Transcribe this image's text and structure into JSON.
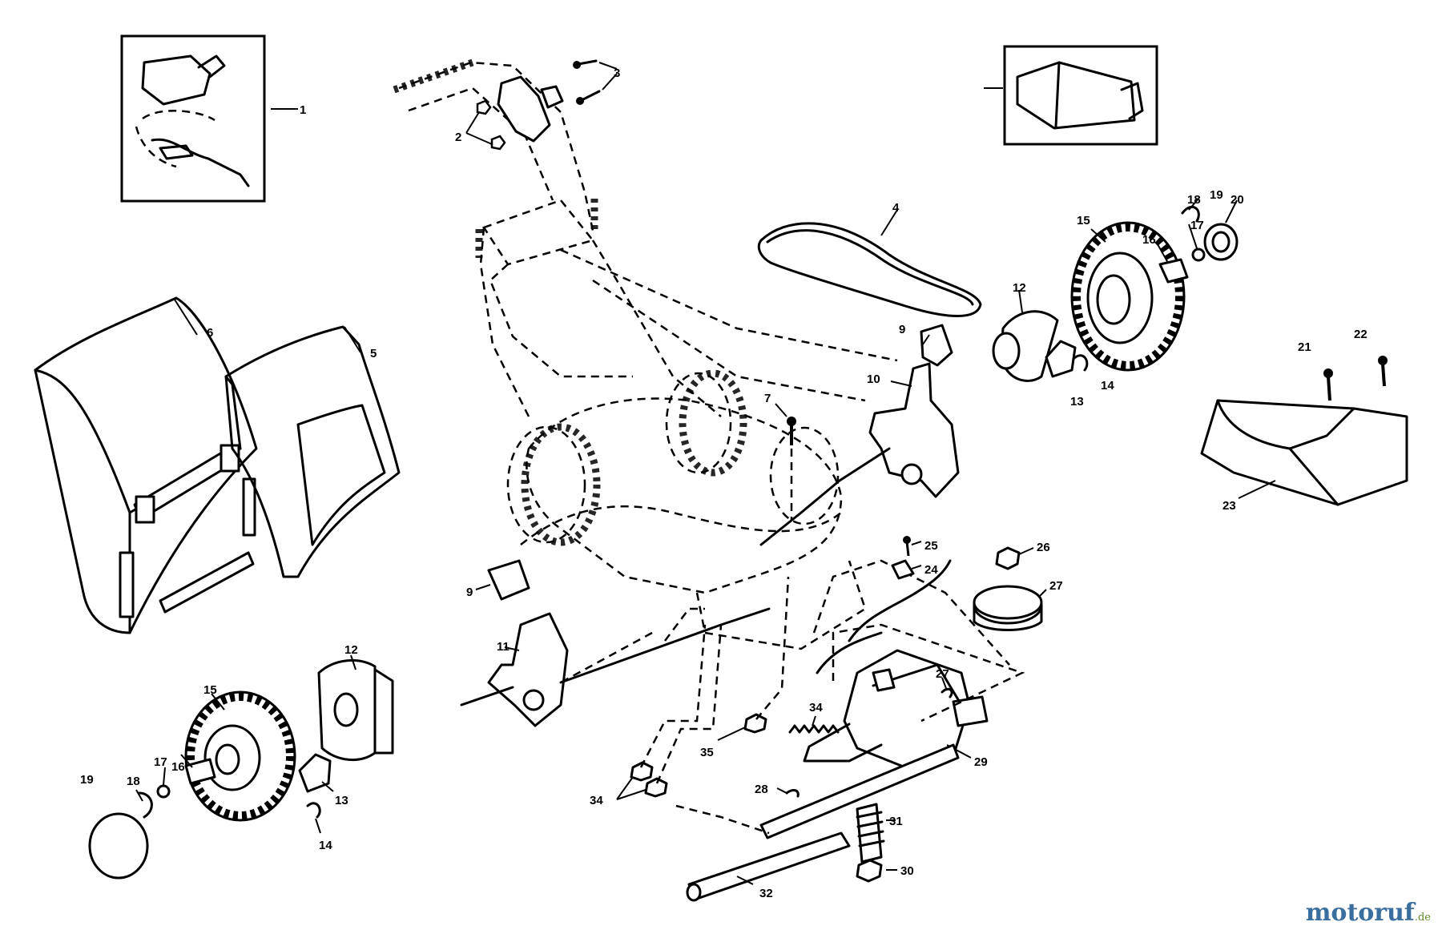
{
  "callouts": [
    {
      "id": "c-1",
      "text": "1"
    },
    {
      "id": "c-2",
      "text": "2"
    },
    {
      "id": "c-3",
      "text": "3"
    },
    {
      "id": "c-4",
      "text": "4"
    },
    {
      "id": "c-5",
      "text": "5"
    },
    {
      "id": "c-6",
      "text": "6"
    },
    {
      "id": "c-7",
      "text": "7"
    },
    {
      "id": "c-9a",
      "text": "9"
    },
    {
      "id": "c-9b",
      "text": "9"
    },
    {
      "id": "c-10",
      "text": "10"
    },
    {
      "id": "c-11",
      "text": "11"
    },
    {
      "id": "c-12a",
      "text": "12"
    },
    {
      "id": "c-12b",
      "text": "12"
    },
    {
      "id": "c-13a",
      "text": "13"
    },
    {
      "id": "c-13b",
      "text": "13"
    },
    {
      "id": "c-14a",
      "text": "14"
    },
    {
      "id": "c-14b",
      "text": "14"
    },
    {
      "id": "c-15a",
      "text": "15"
    },
    {
      "id": "c-15b",
      "text": "15"
    },
    {
      "id": "c-16a",
      "text": "16"
    },
    {
      "id": "c-16b",
      "text": "16"
    },
    {
      "id": "c-17a",
      "text": "17"
    },
    {
      "id": "c-17b",
      "text": "17"
    },
    {
      "id": "c-18a",
      "text": "18"
    },
    {
      "id": "c-18b",
      "text": "18"
    },
    {
      "id": "c-19a",
      "text": "19"
    },
    {
      "id": "c-19b",
      "text": "19"
    },
    {
      "id": "c-20",
      "text": "20"
    },
    {
      "id": "c-21",
      "text": "21"
    },
    {
      "id": "c-22",
      "text": "22"
    },
    {
      "id": "c-23",
      "text": "23"
    },
    {
      "id": "c-24",
      "text": "24"
    },
    {
      "id": "c-25",
      "text": "25"
    },
    {
      "id": "c-26",
      "text": "26"
    },
    {
      "id": "c-27a",
      "text": "27"
    },
    {
      "id": "c-27b",
      "text": "27"
    },
    {
      "id": "c-28",
      "text": "28"
    },
    {
      "id": "c-29",
      "text": "29"
    },
    {
      "id": "c-30",
      "text": "30"
    },
    {
      "id": "c-31",
      "text": "31"
    },
    {
      "id": "c-32",
      "text": "32"
    },
    {
      "id": "c-34a",
      "text": "34"
    },
    {
      "id": "c-34b",
      "text": "34"
    },
    {
      "id": "c-35",
      "text": "35"
    }
  ],
  "watermark": {
    "brand": "motoruf",
    "suffix": ".de"
  }
}
